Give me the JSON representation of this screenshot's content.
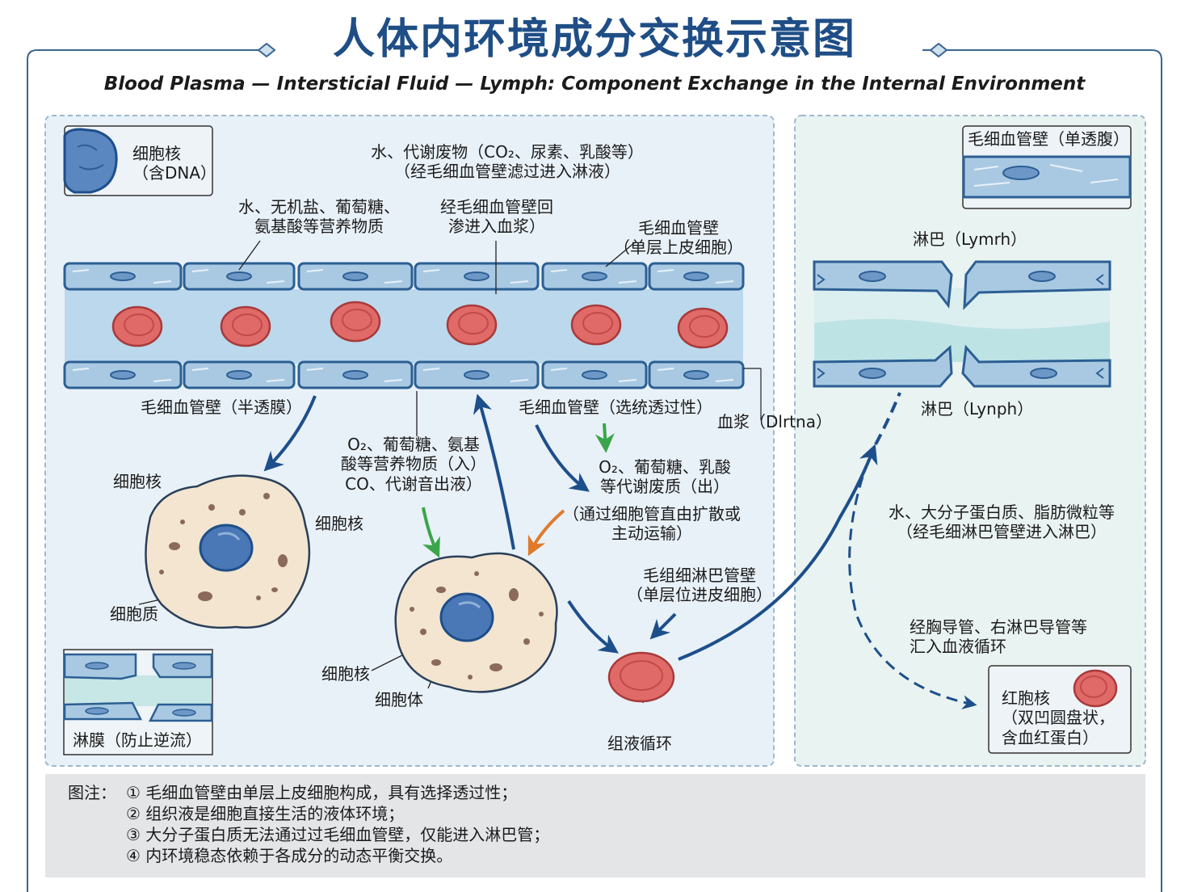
{
  "title": "人体内环境成分交换示意图",
  "subtitle": "Blood Plasma — Intersticial Fluid — Lymph: Component Exchange in the Internal Environment",
  "left_panel": {
    "legend_nucleus": "细胞核\n（含DNA）",
    "label_metabolic_waste": "水、代谢废物（CO₂、尿素、乳酸等）\n（经毛细血管壁滤过进入淋液）",
    "label_nutrients": "水、无机盐、葡萄糖、\n氨基酸等营养物质",
    "label_reabsorb": "经毛细血管壁回\n渗进入血浆）",
    "label_capillary_wall_top": "毛细血管壁\n（单层上皮细胞）",
    "label_capillary_semipermeable": "毛细血管壁（半透膜）",
    "label_capillary_selective": "毛细血管壁（选统透过性）",
    "label_plasma": "血浆（Dlrtna）",
    "label_o2_in": "O₂、葡萄糖、氨基\n酸等营养物质（入）\nCO、代谢音出液）",
    "label_o2_out": "O₂、葡萄糖、乳酸\n等代谢废质（出）",
    "label_diffusion": "（通过细胞管直由扩散或\n主动运输）",
    "label_cell_nucleus_1": "细胞核",
    "label_cell_nucleus_2": "细胞核",
    "label_cytoplasm": "细胞质",
    "label_cell_nucleus_3": "细胞核",
    "label_cell_body": "细胞体",
    "label_lymph_cap_wall": "毛组细淋巴管壁\n（单层位进皮细胞）",
    "label_tissue_circ": "组液循环",
    "label_valve": "淋膜（防止逆流）"
  },
  "right_panel": {
    "legend_wall": "毛细血管壁（单透腹）",
    "label_lymph_top": "淋巴（Lymrh）",
    "label_lymph_bottom": "淋巴（Lynph）",
    "label_macromolecules": "水、大分子蛋白质、脂肪微粒等\n（经毛细淋巴管壁进入淋巴）",
    "label_thoracic": "经胸导管、右淋巴导管等\n汇入血液循环",
    "legend_rbc": "红胞核\n（双凹圆盘状，\n含血红蛋白）"
  },
  "notes": {
    "heading": "图注：",
    "items": [
      "① 毛细血管壁由单层上皮细胞构成，具有选择透过性；",
      "② 组织液是细胞直接生活的液体环境；",
      "③ 大分子蛋白质无法通过过毛细血管壁，仅能进入淋巴管；",
      "④ 内环境稳态依赖于各成分的动态平衡交换。"
    ]
  },
  "colors": {
    "title": "#1f4e86",
    "panel_bg": "#e8f1f8",
    "right_panel_bg": "#e9f3f1",
    "wall_fill": "#a9c9e3",
    "wall_stroke": "#2c5f93",
    "rbc": "#e06a68",
    "cell_fill": "#f3e5d0",
    "nucleus": "#4a78b6",
    "arrow_blue": "#1d4f8a",
    "arrow_green": "#3aa54a",
    "arrow_orange": "#e07a2a",
    "notes_bg": "#e4e5e7"
  }
}
